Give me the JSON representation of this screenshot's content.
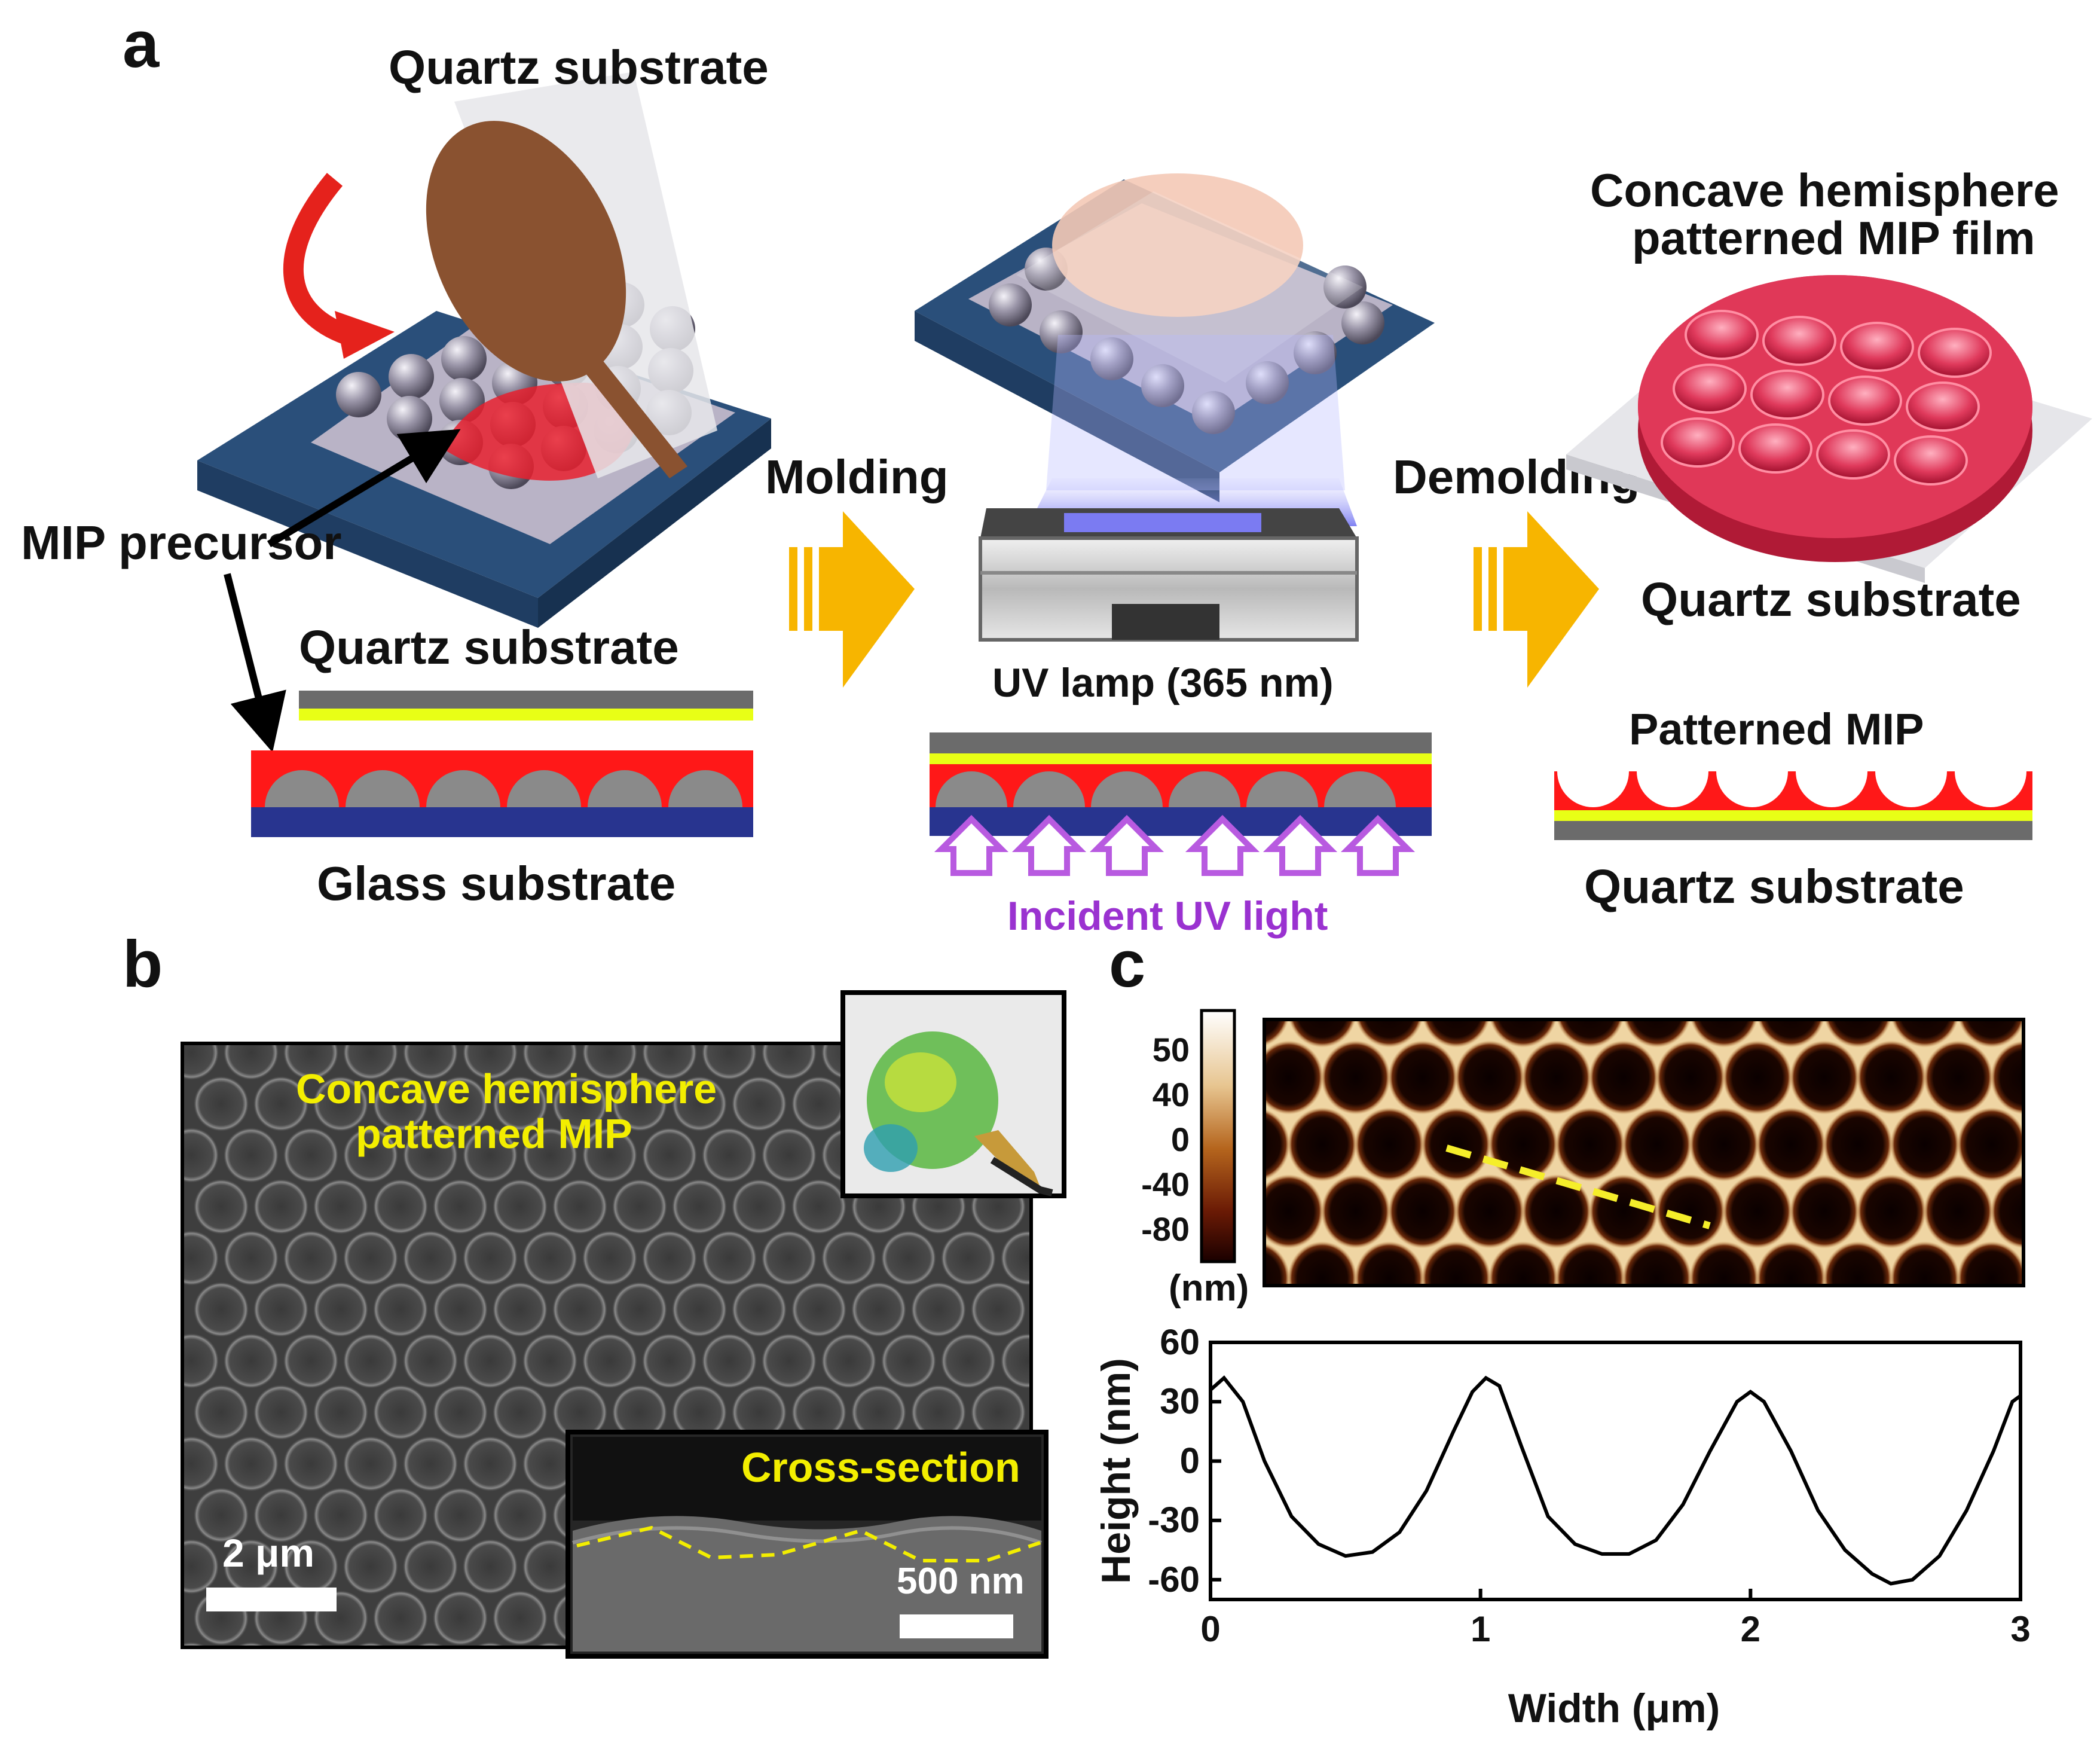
{
  "panel_a": {
    "letter": "a",
    "left": {
      "top_label": "Quartz substrate",
      "precursor_label": "MIP precursor",
      "cs_top_label": "Quartz substrate",
      "cs_bottom_label": "Glass substrate"
    },
    "molding_label": "Molding",
    "middle": {
      "lamp_label": "UV lamp (365 nm)",
      "light_label": "Incident UV light"
    },
    "demolding_label": "Demolding",
    "right": {
      "film_label_line1": "Concave hemisphere",
      "film_label_line2": "patterned MIP film",
      "substrate_label": "Quartz substrate",
      "cs_top_label": "Patterned MIP",
      "cs_bottom_label": "Quartz substrate"
    }
  },
  "panel_b": {
    "letter": "b",
    "overlay_line1": "Concave hemisphere",
    "overlay_line2": "patterned MIP",
    "scale_label": "2 μm",
    "inset_title": "Cross-section",
    "inset_scale_label": "500 nm"
  },
  "panel_c": {
    "letter": "c",
    "colorbar_ticks": [
      "50",
      "40",
      "0",
      "-40",
      "-80"
    ],
    "colorbar_unit": "(nm)",
    "colors": {
      "sem_bg": "#3e3e3e",
      "afm_light": "#efd5a3",
      "afm_dark": "#1a0500",
      "label_yellow": "#f3ee00",
      "uv_purple": "#9a32d0",
      "arrow_orange": "#f7b500"
    }
  },
  "chart_data": {
    "type": "line",
    "xlabel": "Width (μm)",
    "ylabel": "Height (nm)",
    "xlim": [
      0,
      3
    ],
    "ylim": [
      -70,
      60
    ],
    "x_ticks": [
      "0",
      "1",
      "2",
      "3"
    ],
    "y_ticks": [
      "60",
      "30",
      "0",
      "-30",
      "-60"
    ],
    "series": [
      {
        "x": [
          0,
          0.05,
          0.12,
          0.2,
          0.3,
          0.4,
          0.5,
          0.6,
          0.7,
          0.8,
          0.9,
          0.97,
          1.02,
          1.07,
          1.15,
          1.25,
          1.35,
          1.45,
          1.55,
          1.65,
          1.75,
          1.85,
          1.95,
          2.0,
          2.05,
          2.15,
          2.25,
          2.35,
          2.45,
          2.52,
          2.6,
          2.7,
          2.8,
          2.9,
          2.97,
          3.0
        ],
        "y": [
          36,
          42,
          30,
          0,
          -28,
          -42,
          -48,
          -46,
          -36,
          -15,
          15,
          35,
          42,
          38,
          8,
          -28,
          -42,
          -47,
          -47,
          -40,
          -22,
          5,
          30,
          35,
          30,
          5,
          -25,
          -45,
          -57,
          -62,
          -60,
          -48,
          -25,
          5,
          30,
          33
        ]
      }
    ]
  }
}
